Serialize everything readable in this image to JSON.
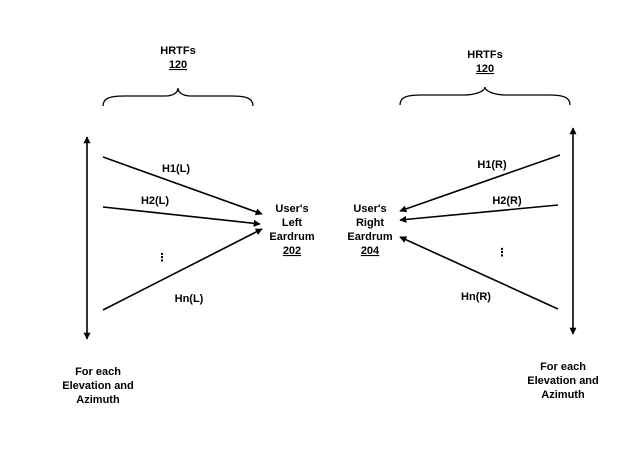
{
  "left": {
    "hrtf_title": "HRTFs",
    "hrtf_number": "120",
    "paths": [
      "H1(L)",
      "H2(L)",
      "Hn(L)"
    ],
    "ellipsis": "⋮",
    "eardrum_lines": [
      "User's",
      "Left",
      "Eardrum"
    ],
    "eardrum_number": "202",
    "caption_lines": [
      "For each",
      "Elevation and",
      "Azimuth"
    ]
  },
  "right": {
    "hrtf_title": "HRTFs",
    "hrtf_number": "120",
    "paths": [
      "H1(R)",
      "H2(R)",
      "Hn(R)"
    ],
    "ellipsis": "⋮",
    "eardrum_lines": [
      "User's",
      "Right",
      "Eardrum"
    ],
    "eardrum_number": "204",
    "caption_lines": [
      "For each",
      "Elevation and",
      "Azimuth"
    ]
  }
}
